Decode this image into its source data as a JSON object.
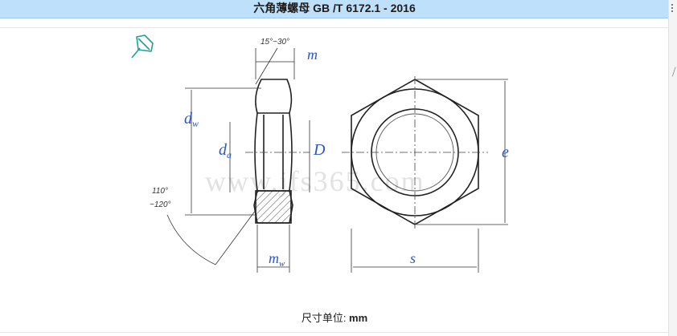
{
  "header": {
    "title": "六角薄螺母 GB /T 6172.1 - 2016"
  },
  "drawing": {
    "labels": {
      "chamfer_angle": "15°~30°",
      "m": "m",
      "dw": "d",
      "dw_sub": "w",
      "da": "d",
      "da_sub": "a",
      "D": "D",
      "e": "e",
      "s": "s",
      "mw": "m",
      "mw_sub": "w",
      "angle_top": "110°",
      "angle_bottom": "~120°"
    },
    "watermark": "www.jfs365.com"
  },
  "footer": {
    "unit_label": "尺寸单位: ",
    "unit_value": "mm"
  },
  "colors": {
    "title_bar": "#bfe0fb",
    "dimension_text": "#2e56c5",
    "pin_icon": "#1aa39a"
  },
  "icons": {
    "pin": "pushpin-icon"
  }
}
